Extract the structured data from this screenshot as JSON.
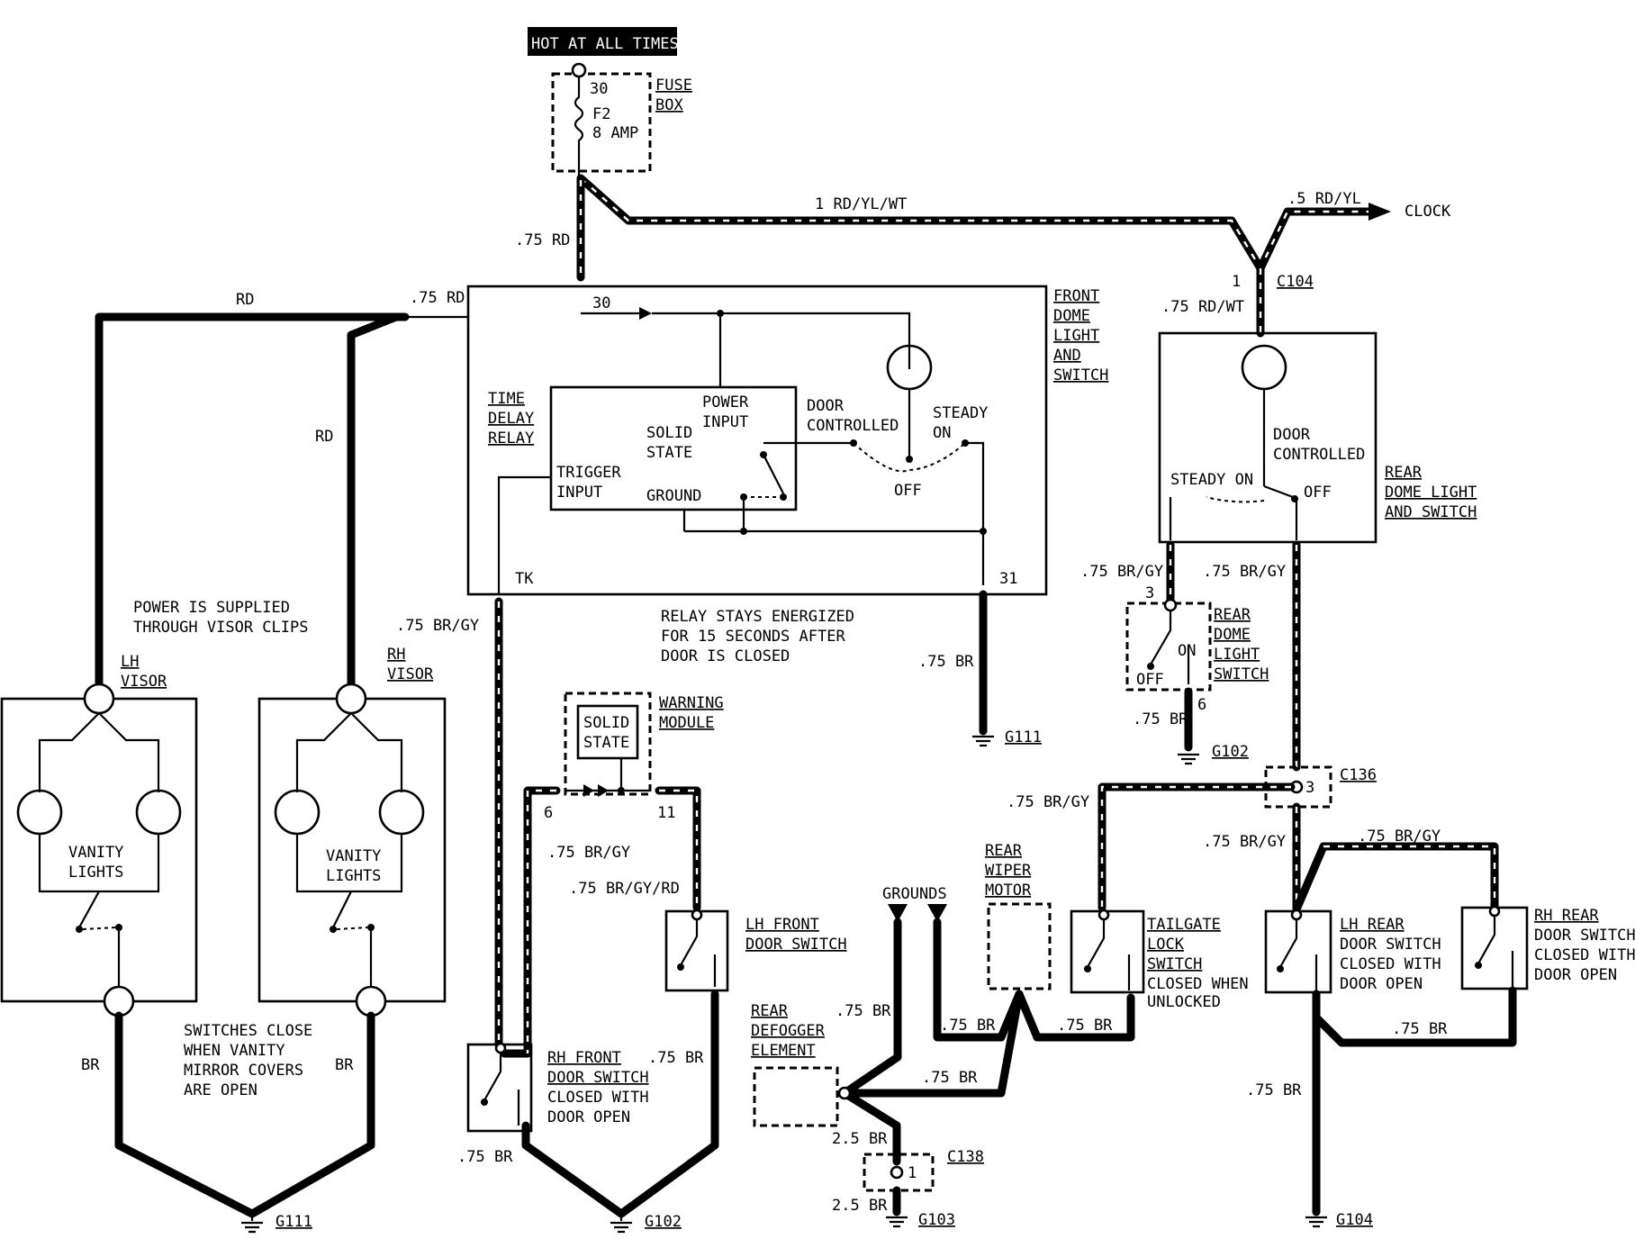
{
  "labels": {
    "hot_at_all_times": "HOT AT ALL TIMES",
    "fuse_box_1": "FUSE",
    "fuse_box_2": "BOX",
    "fuse_term": "30",
    "fuse_name": "F2",
    "fuse_rating": "8 AMP",
    "wire_1_rd_yl_wt": "1 RD/YL/WT",
    "wire_5_rd_yl": ".5 RD/YL",
    "clock": "CLOCK",
    "wire_75_rd_fuse": ".75 RD",
    "c104_pin": "1",
    "c104": "C104",
    "wire_75_rd_wt": ".75 RD/WT",
    "wire_rd_top": "RD",
    "wire_75_rd_top": ".75 RD",
    "term_30": "30",
    "front_dome_1": "FRONT",
    "front_dome_2": "DOME",
    "front_dome_3": "LIGHT",
    "front_dome_4": "AND",
    "front_dome_5": "SWITCH",
    "time_delay_1": "TIME",
    "time_delay_2": "DELAY",
    "time_delay_3": "RELAY",
    "power_input_1": "POWER",
    "power_input_2": "INPUT",
    "solid_state_1": "SOLID",
    "solid_state_2": "STATE",
    "trigger_input_1": "TRIGGER",
    "trigger_input_2": "INPUT",
    "ground": "GROUND",
    "door_controlled_1": "DOOR",
    "door_controlled_2": "CONTROLLED",
    "steady_on_1": "STEADY",
    "steady_on_2": "ON",
    "off_front": "OFF",
    "term_tk": "TK",
    "term_31": "31",
    "wire_rd_mid": "RD",
    "power_note_1": "POWER IS SUPPLIED",
    "power_note_2": "THROUGH VISOR CLIPS",
    "wire_75_br_gy_left": ".75 BR/GY",
    "relay_note_1": "RELAY STAYS ENERGIZED",
    "relay_note_2": "FOR 15 SECONDS AFTER",
    "relay_note_3": "DOOR IS CLOSED",
    "wire_75_br_g111": ".75 BR",
    "g111_mid": "G111",
    "rear_door_controlled_1": "DOOR",
    "rear_door_controlled_2": "CONTROLLED",
    "rear_steady_on": "STEADY ON",
    "rear_off": "OFF",
    "rear_dome_1": "REAR",
    "rear_dome_2": "DOME LIGHT",
    "rear_dome_3": "AND SWITCH",
    "wire_75_br_gy_r1": ".75 BR/GY",
    "wire_75_br_gy_r2": ".75 BR/GY",
    "pin_3_rear": "3",
    "rear_sw_on": "ON",
    "rear_sw_off": "OFF",
    "rear_dome_sw_1": "REAR",
    "rear_dome_sw_2": "DOME",
    "rear_dome_sw_3": "LIGHT",
    "rear_dome_sw_4": "SWITCH",
    "wire_75_br_g102r": ".75 BR",
    "pin_6_rear": "6",
    "g102_right": "G102",
    "c136": "C136",
    "c136_pin": "3",
    "lh_visor_1": "LH",
    "lh_visor_2": "VISOR",
    "rh_visor_1": "RH",
    "rh_visor_2": "VISOR",
    "vanity_1a": "VANITY",
    "vanity_1b": "LIGHTS",
    "vanity_2a": "VANITY",
    "vanity_2b": "LIGHTS",
    "warning_1": "WARNING",
    "warning_2": "MODULE",
    "wm_solid_1": "SOLID",
    "wm_solid_2": "STATE",
    "pin_6_wm": "6",
    "pin_11_wm": "11",
    "wire_75_br_gy_wm": ".75 BR/GY",
    "wire_75_br_gy_rd": ".75 BR/GY/RD",
    "lh_front_1": "LH FRONT",
    "lh_front_2": "DOOR SWITCH",
    "switches_note_1": "SWITCHES CLOSE",
    "switches_note_2": "WHEN VANITY",
    "switches_note_3": "MIRROR COVERS",
    "switches_note_4": "ARE OPEN",
    "br_left": "BR",
    "br_right": "BR",
    "rh_front_1": "RH FRONT",
    "rh_front_2": "DOOR SWITCH",
    "rh_front_3": "CLOSED WITH",
    "rh_front_4": "DOOR OPEN",
    "wire_75_br_rhf": ".75 BR",
    "wire_75_br_rhf2": ".75 BR",
    "g111_left": "G111",
    "g102_left": "G102",
    "grounds": "GROUNDS",
    "rear_wiper_1": "REAR",
    "rear_wiper_2": "WIPER",
    "rear_wiper_3": "MOTOR",
    "wire_75_br_c136": ".75 BR/GY",
    "tailgate_1": "TAILGATE",
    "tailgate_2": "LOCK",
    "tailgate_3": "SWITCH",
    "tailgate_4": "CLOSED WHEN",
    "tailgate_5": "UNLOCKED",
    "wire_75_br_gy_lhr": ".75 BR/GY",
    "wire_75_br_gy_top": ".75 BR/GY",
    "lh_rear_1": "LH REAR",
    "lh_rear_2": "DOOR SWITCH",
    "lh_rear_3": "CLOSED WITH",
    "lh_rear_4": "DOOR OPEN",
    "rh_rear_1": "RH REAR",
    "rh_rear_2": "DOOR SWITCH",
    "rh_rear_3": "CLOSED WITH",
    "rh_rear_4": "DOOR OPEN",
    "rear_defogger_1": "REAR",
    "rear_defogger_2": "DEFOGGER",
    "rear_defogger_3": "ELEMENT",
    "wire_75_br_g1": ".75 BR",
    "wire_75_br_g2": ".75 BR",
    "wire_75_br_g3": ".75 BR",
    "wire_75_br_g4": ".75 BR",
    "wire_25_br_1": "2.5 BR",
    "wire_25_br_2": "2.5 BR",
    "c138": "C138",
    "c138_pin": "1",
    "g103": "G103",
    "wire_75_br_rear": ".75 BR",
    "wire_75_br_g104": ".75 BR",
    "g104": "G104"
  }
}
